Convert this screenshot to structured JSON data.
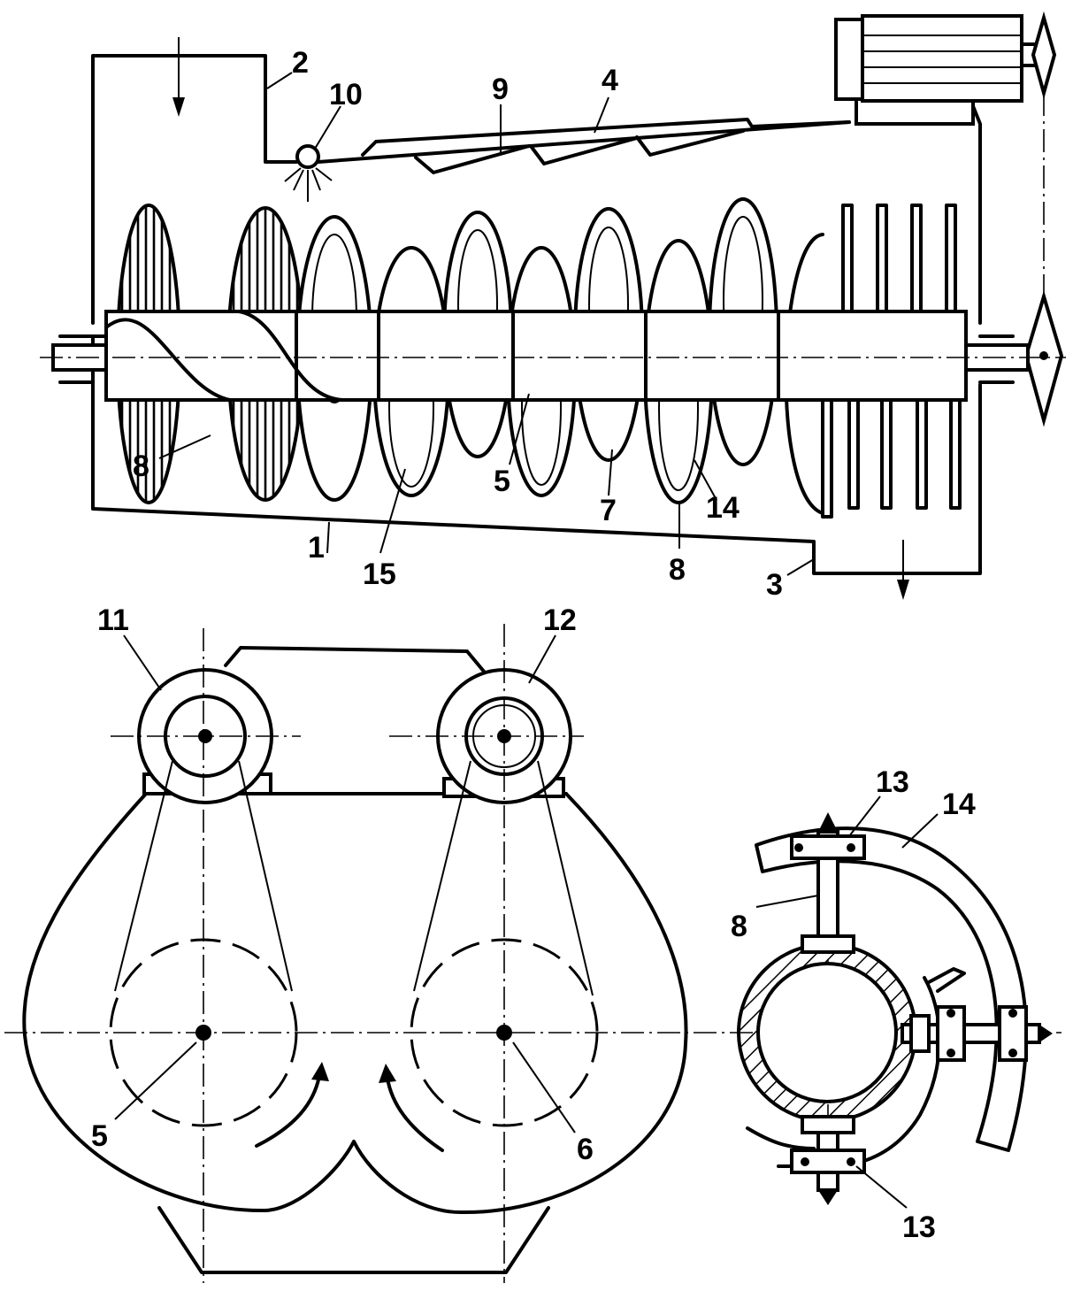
{
  "figure": {
    "side_view": {
      "callouts": [
        "1",
        "2",
        "3",
        "4",
        "5",
        "7",
        "8",
        "8",
        "9",
        "10",
        "14",
        "15"
      ]
    },
    "end_view": {
      "callouts": [
        "11",
        "12",
        "5",
        "6"
      ]
    },
    "detail_view": {
      "callouts": [
        "13",
        "13",
        "14",
        "8"
      ]
    }
  },
  "colors": {
    "line": "#000000",
    "background": "#ffffff"
  },
  "icons": {
    "inlet": "arrow-down-icon",
    "outlet": "arrow-down-icon",
    "rotation": "curved-arrow-icon"
  }
}
